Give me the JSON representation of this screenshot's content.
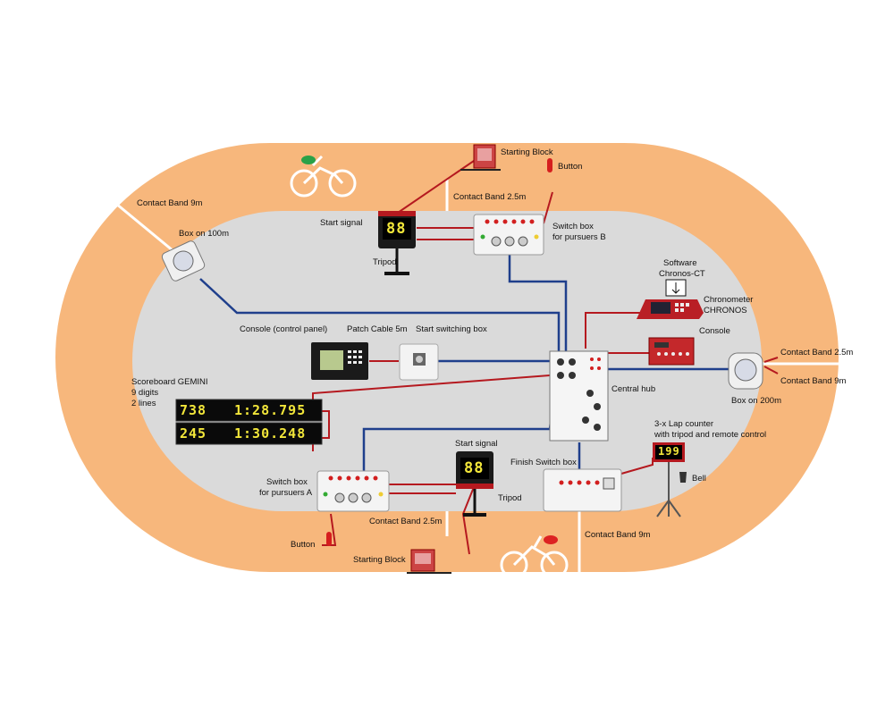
{
  "labels": {
    "starting_block_top": "Starting Block",
    "button_top": "Button",
    "contact_band_top": "Contact Band 2.5m",
    "start_signal_top": "Start signal",
    "tripod_top": "Tripod",
    "switch_box_b_1": "Switch box",
    "switch_box_b_2": "for pursuers B",
    "contact_band_9m_left": "Contact Band 9m",
    "box_100m": "Box on 100m",
    "software_1": "Software",
    "software_2": "Chronos-CT",
    "chronometer_1": "Chronometer",
    "chronometer_2": "CHRONOS",
    "console": "Console",
    "console_panel": "Console (control panel)",
    "patch_cable": "Patch Cable 5m",
    "start_switching_box": "Start switching box",
    "contact_band_right_25": "Contact Band 2.5m",
    "contact_band_right_9": "Contact Band 9m",
    "box_200m": "Box on 200m",
    "central_hub": "Central hub",
    "scoreboard_1": "Scoreboard GEMINI",
    "scoreboard_2": "9 digits",
    "scoreboard_3": "2 lines",
    "lap_counter_1": "3-x Lap counter",
    "lap_counter_2": "with tripod and remote control",
    "bell": "Bell",
    "start_signal_bottom": "Start signal",
    "finish_switch_box": "Finish Switch box",
    "tripod_bottom": "Tripod",
    "switch_box_a_1": "Switch box",
    "switch_box_a_2": "for pursuers A",
    "contact_band_bottom": "Contact Band 2.5m",
    "button_bottom": "Button",
    "starting_block_bottom": "Starting Block",
    "contact_band_9m_bottom": "Contact Band 9m"
  },
  "displays": {
    "start_signal_top_digits": "88",
    "start_signal_bottom_digits": "88",
    "scoreboard_row1_left": "738",
    "scoreboard_row1_right": "1:28.795",
    "scoreboard_row2_left": "245",
    "scoreboard_row2_right": "1:30.248",
    "lap_counter_digits": "199"
  },
  "colors": {
    "track": "#f7b77c",
    "infield": "#dadada",
    "cable_blue": "#1f3f8c",
    "cable_red": "#b5191f",
    "led_yellow": "#f2e63a"
  }
}
